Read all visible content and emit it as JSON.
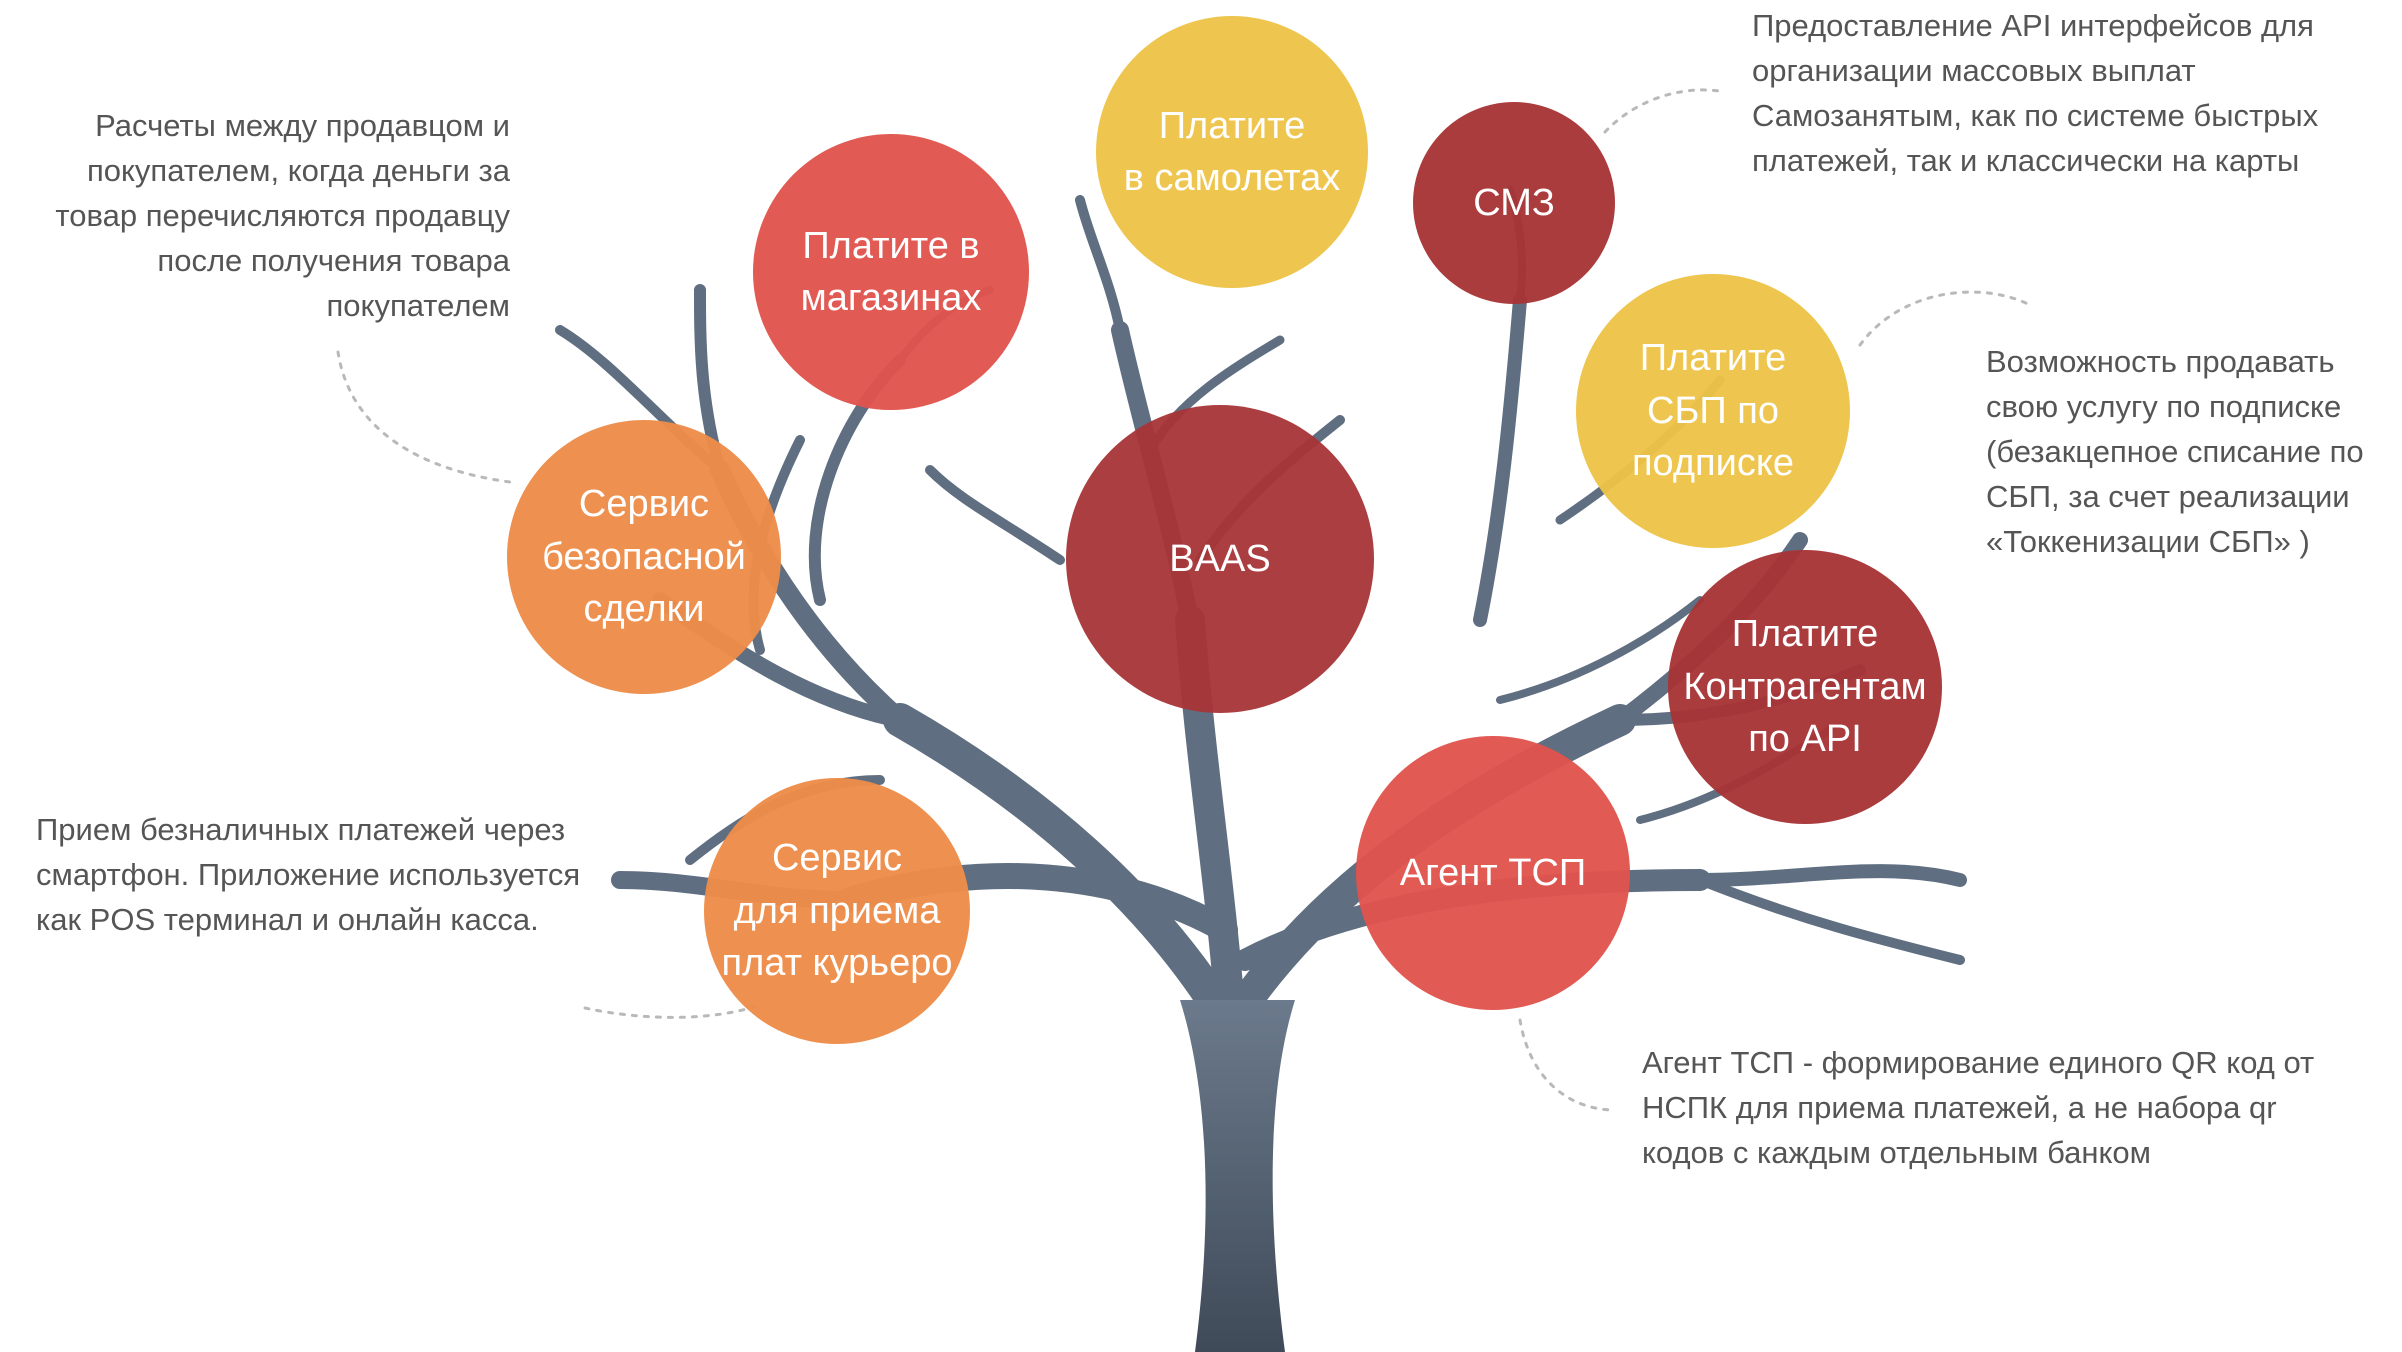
{
  "colors": {
    "trunk": "#5f6e80",
    "trunk_dark": "#444f5d",
    "crimson": "#a73436",
    "red": "#e1534d",
    "orange": "#ed8c49",
    "yellow": "#edc347",
    "note_text": "#555555",
    "leader": "#b9b9b9"
  },
  "bubbles": {
    "baas": "BAAS",
    "shops": "Платите  в\nмагазинах",
    "planes": "Платите\nв самолетах",
    "smz": "СМЗ",
    "sbp_sub": "Платите\nСБП по\nподписке",
    "safe_deal": "Сервис\nбезопасной\nсделки",
    "contractors": "Платите\nКонтрагентам\nпо API",
    "agent": "Агент ТСП",
    "couriers": "Сервис\nдля приема\nплат курьеро"
  },
  "notes": {
    "safe_deal": "Расчеты между продавцом и\nпокупателем, когда деньги за\nтовар перечисляются продавцу\nпосле получения товара\nпокупателем",
    "smz": "Предоставление API интерфейсов для\nорганизации массовых выплат\nСамозанятым, как по системе быстрых\nплатежей, так и классически на карты",
    "sbp_sub": "Возможность продавать\nсвою услугу по подписке\n(безакцепное списание по\nСБП, за счет реализации\n«Токкенизации СБП» )",
    "couriers": "Прием безналичных платежей через\nсмартфон. Приложение используется\nкак POS терминал и онлайн касса.",
    "agent": "Агент ТСП - формирование единого QR код от\nНСПК для приема платежей,  а не набора qr\nкодов с каждым отдельным банком"
  }
}
